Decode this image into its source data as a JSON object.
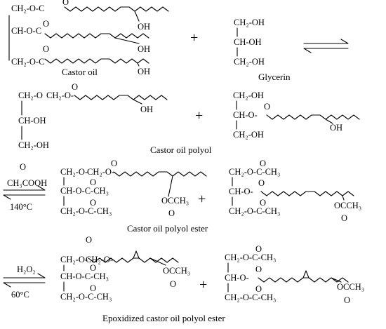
{
  "labels": {
    "ch2_ester": "CH₂-O-C",
    "ch_ester": "CH-O-C",
    "ch2_ester_b": "CH₂-O-C",
    "carbonyl_o": "O",
    "oh": "OH",
    "ch2_oh": "CH₂-OH",
    "ch_oh": "CH-OH",
    "ch2_o": "CH₂-O",
    "ch2_oc": "CH₂-O-",
    "ch_oc": "CH-O-",
    "ester_tail": "-O-C-CH₃",
    "ch_o_c_ch3": "CH-O-C-CH₃",
    "ch2_o_c_ch3": "CH₂-O-C-CH₃",
    "ococh3": "OCCH₃",
    "ch3cooh": "CH₃COOH",
    "h2o2": "H₂O₂",
    "plus": "+"
  },
  "captions": {
    "castor_oil": "Castor oil",
    "glycerin": "Glycerin",
    "castor_oil_polyol": "Castor oil polyol",
    "castor_oil_polyol_ester": "Castor oil polyol ester",
    "epoxidized": "Epoxidized castor oil polyol ester"
  },
  "conditions": {
    "temp1": "140°C",
    "temp2": "60°C"
  }
}
